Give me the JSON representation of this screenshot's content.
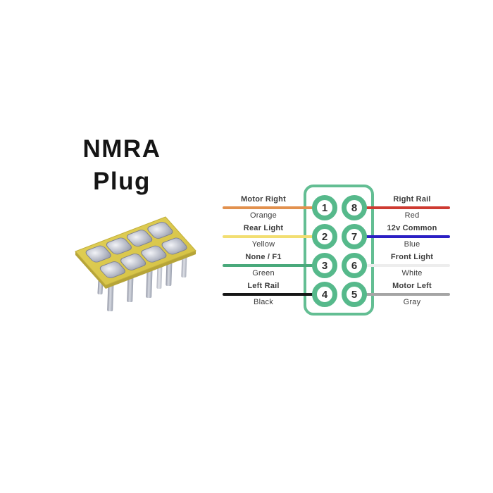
{
  "title": {
    "line1": "NMRA",
    "line2": "Plug"
  },
  "photo": {
    "name": "nmra-8-pin-plug-photo"
  },
  "diagram": {
    "connector_green": "#63BE93",
    "circle_green": "#56B98B",
    "rows": [
      {
        "left": {
          "pin": "1",
          "label": "Motor Right",
          "color_name": "Orange",
          "wire": "#E2914E"
        },
        "right": {
          "pin": "8",
          "label": "Right Rail",
          "color_name": "Red",
          "wire": "#CE3A31"
        }
      },
      {
        "left": {
          "pin": "2",
          "label": "Rear Light",
          "color_name": "Yellow",
          "wire": "#F2DE72"
        },
        "right": {
          "pin": "7",
          "label": "12v Common",
          "color_name": "Blue",
          "wire": "#2B1FC4"
        }
      },
      {
        "left": {
          "pin": "3",
          "label": "None / F1",
          "color_name": "Green",
          "wire": "#49A97B"
        },
        "right": {
          "pin": "6",
          "label": "Front Light",
          "color_name": "White",
          "wire": "#EDEDED"
        }
      },
      {
        "left": {
          "pin": "4",
          "label": "Left Rail",
          "color_name": "Black",
          "wire": "#161616"
        },
        "right": {
          "pin": "5",
          "label": "Motor Left",
          "color_name": "Gray",
          "wire": "#A5A5A5"
        }
      }
    ]
  }
}
